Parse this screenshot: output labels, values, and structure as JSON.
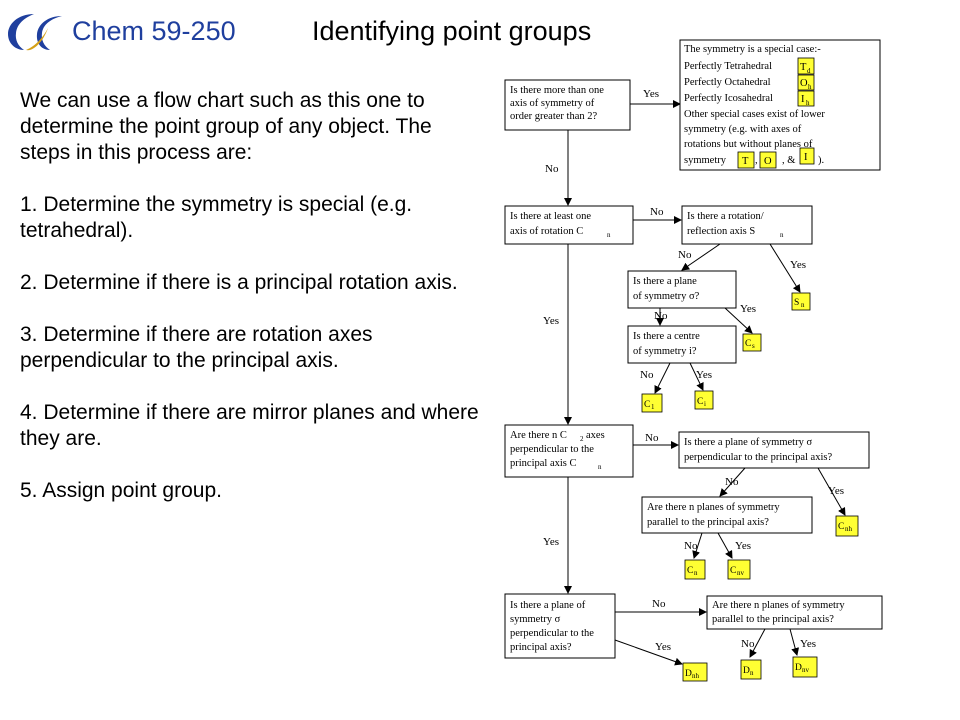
{
  "header": {
    "course": "Chem 59-250",
    "title": "Identifying point groups"
  },
  "body": {
    "intro": "We can use a flow chart such as this one to determine the point group of any object.  The steps in this process are:",
    "steps": [
      "1. Determine the symmetry is special (e.g. tetrahedral).",
      "2. Determine if there is a principal rotation axis.",
      "3. Determine if there are rotation axes perpendicular to the principal axis.",
      "4. Determine if there are mirror planes and where they are.",
      "5. Assign point group."
    ]
  },
  "flowchart": {
    "yes": "Yes",
    "no": "No",
    "q1": [
      "Is there more than one",
      "axis  of symmetry of",
      "order greater than 2?"
    ],
    "special": {
      "lines": [
        "The symmetry is a special case:-",
        "Perfectly Tetrahedral",
        "Perfectly Octahedral",
        "Perfectly Icosahedral",
        "Other special cases exist of lower",
        "symmetry (e.g. with axes of",
        "rotations but without planes of"
      ],
      "last_prefix": "symmetry",
      "comma": ",",
      "amp": ", &",
      "close": ").",
      "td": "T",
      "td_sub": "d",
      "oh": "O",
      "oh_sub": "h",
      "ih": "I",
      "ih_sub": "h",
      "t": "T",
      "o": "O",
      "i": "I"
    },
    "q2": [
      "Is there at least one",
      "axis of rotation C"
    ],
    "q2_sub": "n",
    "q_sn": [
      "Is there a rotation/",
      "reflection axis S"
    ],
    "q_sn_sub": "n",
    "q_plane": [
      "Is there a plane",
      "of symmetry σ?"
    ],
    "q_centre": [
      "Is there a centre",
      "of symmetry i?"
    ],
    "q3": [
      "Are there n C",
      "axes",
      "perpendicular to the",
      "principal axis C"
    ],
    "q3_sub2": "2",
    "q3_subn": "n",
    "q_perp": [
      "Is there a plane of symmetry σ",
      "perpendicular to the principal axis?"
    ],
    "q_par": [
      "Are there n planes of symmetry",
      "parallel to the principal axis?"
    ],
    "q4": [
      "Is there a plane of",
      "symmetry σ",
      "perpendicular to the",
      "principal axis?"
    ],
    "q_par2": [
      "Are there n planes of symmetry",
      "parallel to the principal axis?"
    ],
    "results": {
      "sn": "S",
      "sn_sub": "n",
      "cs": "C",
      "cs_sub": "s",
      "c1": "C",
      "c1_sub": "1",
      "ci": "C",
      "ci_sub": "i",
      "cnh": "C",
      "cnh_sub": "nh",
      "cn": "C",
      "cn_sub": "n",
      "cnv": "C",
      "cnv_sub": "nv",
      "dnh": "D",
      "dnh_sub": "nh",
      "dn": "D",
      "dn_sub": "n",
      "dnv": "D",
      "dnv_sub": "nv"
    }
  }
}
